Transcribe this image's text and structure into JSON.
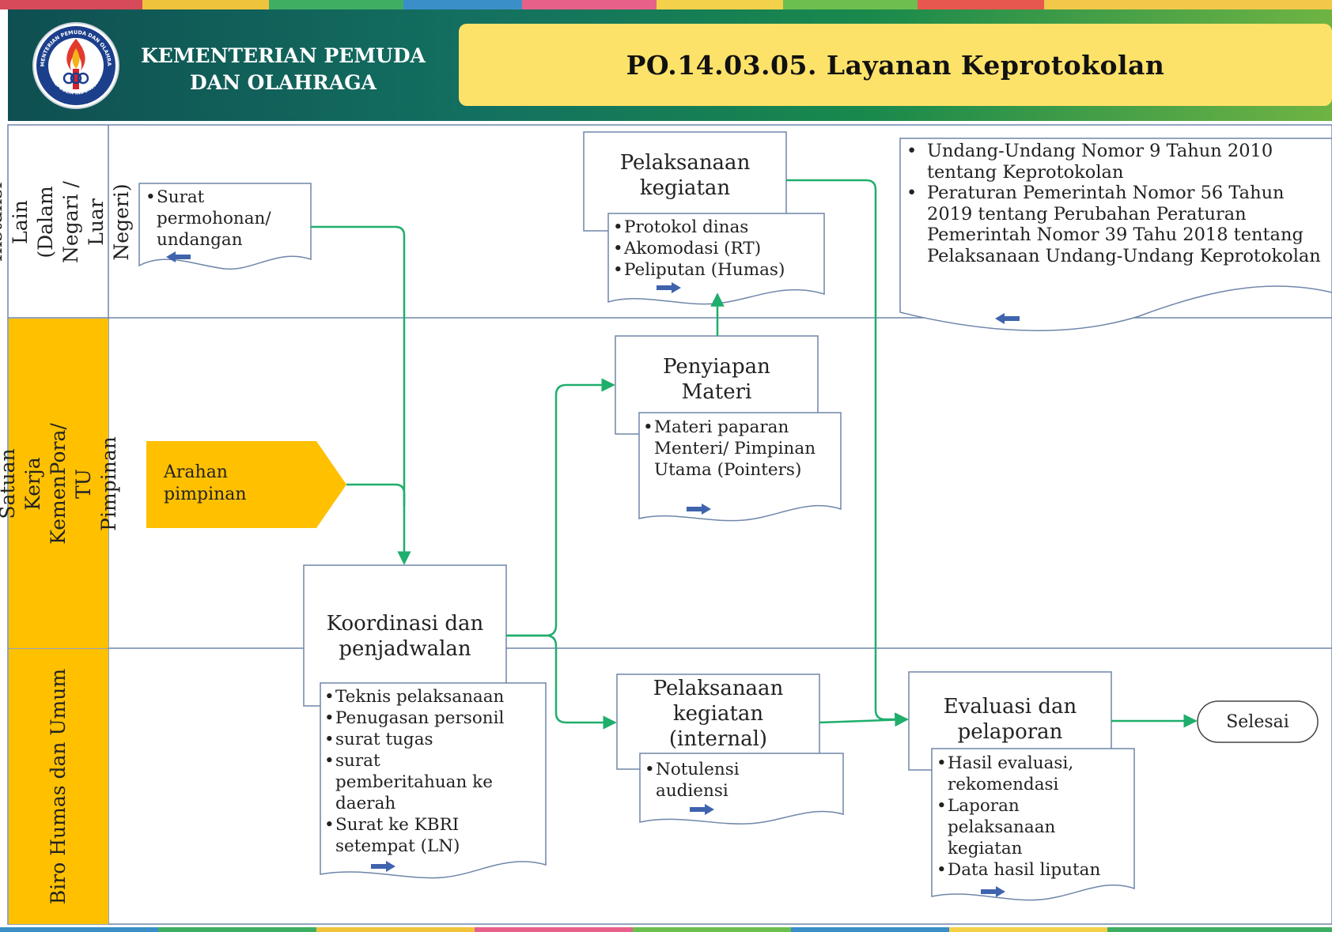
{
  "header": {
    "ministry_name": "KEMENTERIAN PEMUDA DAN OLAHRAGA",
    "title": "PO.14.03.05.  Layanan Keprotokolan",
    "logo_text_top": "KEMENTERIAN PEMUDA DAN OLAHRAGA",
    "logo_text_bottom": "REPUBLIK INDONESIA"
  },
  "lanes": [
    {
      "label": "Instansi Lain (Dalam Negari / Luar Negeri)"
    },
    {
      "label": "Satuan Kerja KemenPora/ TU Pimpinan"
    },
    {
      "label": "Biro Humas dan Umum"
    }
  ],
  "nodes": {
    "surat_doc": [
      "Surat permohonan/ undangan"
    ],
    "arahan": "Arahan pimpinan",
    "koordinasi": "Koordinasi dan penjadwalan",
    "koordinasi_doc": [
      "Teknis pelaksanaan",
      "Penugasan personil",
      "surat tugas",
      "surat pemberitahuan ke daerah",
      "Surat ke KBRI setempat (LN)"
    ],
    "penyiapan": "Penyiapan Materi",
    "penyiapan_doc": [
      "Materi paparan Menteri/ Pimpinan Utama (Pointers)"
    ],
    "pelaksanaan": "Pelaksanaan kegiatan",
    "pelaksanaan_doc": [
      "Protokol dinas",
      "Akomodasi (RT)",
      "Peliputan (Humas)"
    ],
    "pelaksanaan_internal": "Pelaksanaan kegiatan (internal)",
    "pelaksanaan_internal_doc": [
      "Notulensi audiensi"
    ],
    "evaluasi": "Evaluasi dan pelaporan",
    "evaluasi_doc": [
      "Hasil evaluasi, rekomendasi",
      "Laporan pelaksanaan kegiatan",
      "Data hasil liputan"
    ],
    "selesai": "Selesai",
    "regulasi_doc": [
      "Undang-Undang Nomor 9 Tahun 2010 tentang Keprotokolan",
      "Peraturan Pemerintah Nomor 56 Tahun 2019 tentang Perubahan Peraturan Pemerintah Nomor 39 Tahu 2018 tentang Pelaksanaan Undang-Undang Keprotokolan"
    ]
  },
  "colors": {
    "lane_label_bg": "#ffc000",
    "connector": "#1fae6b",
    "box_border": "#6f86a9",
    "title_banner": "#fde26a",
    "doc_arrow": "#3f63ad"
  },
  "icons": {
    "logo": "ministry-emblem",
    "doc_marker": "small-arrow-icon"
  }
}
